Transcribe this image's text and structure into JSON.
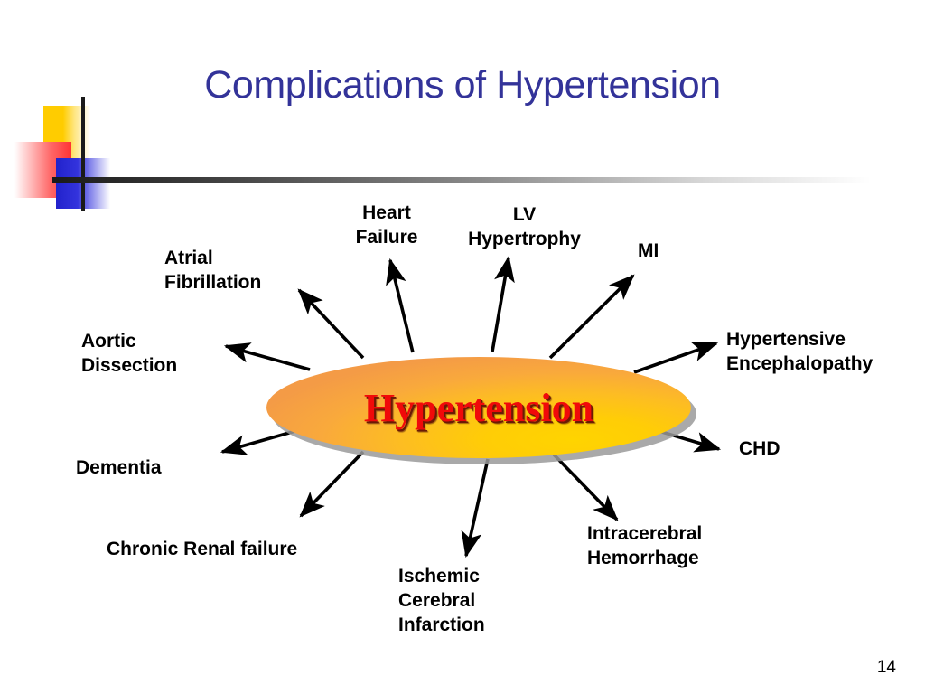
{
  "slide": {
    "title": "Complications of Hypertension",
    "page_number": "14",
    "title_color": "#333399",
    "background_color": "#ffffff"
  },
  "decor": {
    "yellow_square_color": "#FFCC00",
    "red_square_color": "#FF3333",
    "blue_square_color": "#2222CC",
    "rule_color": "#1a1a1a"
  },
  "diagram": {
    "center": {
      "label": "Hypertension",
      "text_color": "#F00A0A",
      "fill_start": "#FFD400",
      "fill_end": "#F49B46",
      "shadow_color": "#9a9a9a"
    },
    "arrow_color": "#000000",
    "leaves": [
      {
        "id": "heart-failure",
        "label": "Heart\nFailure"
      },
      {
        "id": "lv-hypertrophy",
        "label": "LV\nHypertrophy"
      },
      {
        "id": "mi",
        "label": "MI"
      },
      {
        "id": "atrial-fibrillation",
        "label": "Atrial\nFibrillation"
      },
      {
        "id": "aortic-dissection",
        "label": "Aortic\nDissection"
      },
      {
        "id": "hypertensive-encephalopathy",
        "label": "Hypertensive\nEncephalopathy"
      },
      {
        "id": "chd",
        "label": "CHD"
      },
      {
        "id": "dementia",
        "label": "Dementia"
      },
      {
        "id": "chronic-renal-failure",
        "label": "Chronic Renal failure"
      },
      {
        "id": "intracerebral-hemorrhage",
        "label": "Intracerebral\nHemorrhage"
      },
      {
        "id": "ischemic-cerebral-infarction",
        "label": "Ischemic\nCerebral\nInfarction"
      }
    ]
  },
  "chart_data": {
    "type": "diagram",
    "title": "Complications of Hypertension",
    "center_node": "Hypertension",
    "relation": "leads to",
    "nodes": [
      "Heart Failure",
      "LV Hypertrophy",
      "MI",
      "Atrial Fibrillation",
      "Aortic Dissection",
      "Hypertensive Encephalopathy",
      "CHD",
      "Dementia",
      "Chronic Renal failure",
      "Intracerebral Hemorrhage",
      "Ischemic Cerebral Infarction"
    ],
    "edge_count": 11,
    "edge_style": "single-headed arrow pointing outward from center"
  }
}
